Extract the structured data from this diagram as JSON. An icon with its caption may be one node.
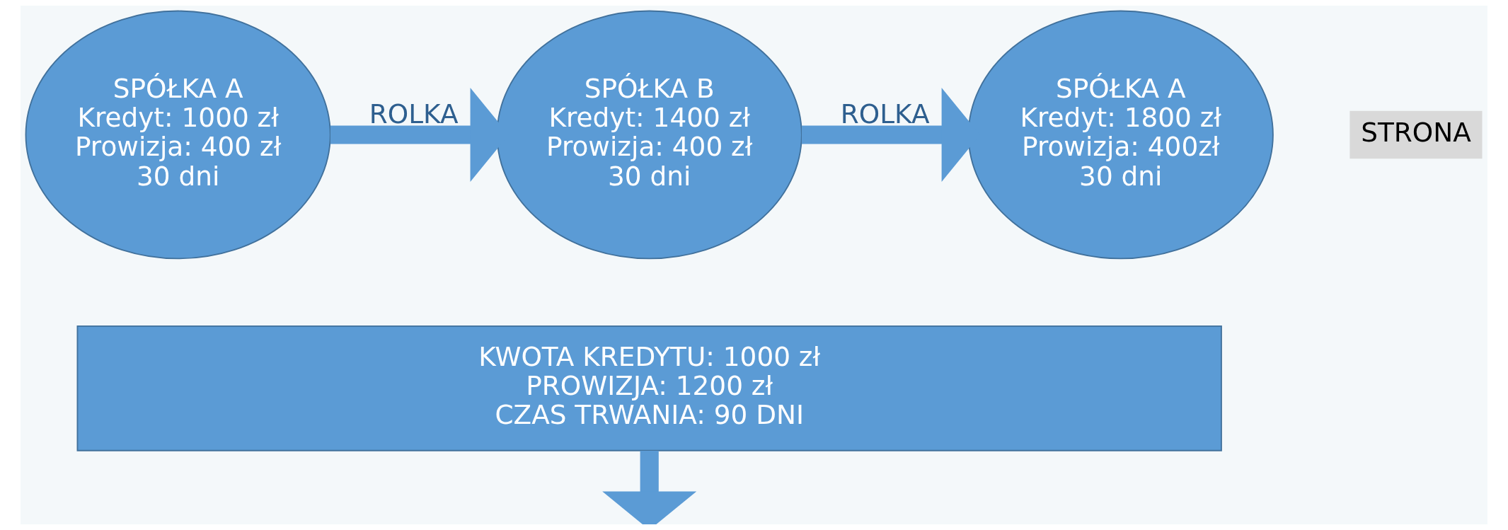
{
  "diagram": {
    "nodes": [
      {
        "text": [
          "SPÓŁKA A",
          "Kredyt: 1000 zł",
          "Prowizja: 400 zł",
          "30 dni"
        ]
      },
      {
        "text": [
          "SPÓŁKA B",
          "Kredyt: 1400 zł",
          "Prowizja: 400 zł",
          "30 dni"
        ]
      },
      {
        "text": [
          "SPÓŁKA A",
          "Kredyt: 1800 zł",
          "Prowizja: 400zł",
          "30 dni"
        ]
      },
      {
        "text": [
          "KWOTA KREDYTU: 1000 zł",
          "PROWIZJA: 1200 zł",
          "CZAS TRWANIA: 90 DNI"
        ]
      }
    ],
    "edges": [
      {
        "from": 0,
        "to": 1,
        "arrow": "to",
        "label": "ROLKA"
      },
      {
        "from": 1,
        "to": 2,
        "arrow": "to",
        "label": "ROLKA"
      },
      {
        "from": 3,
        "to": null,
        "arrow": "to"
      }
    ],
    "labels": [
      "STRONA"
    ]
  }
}
